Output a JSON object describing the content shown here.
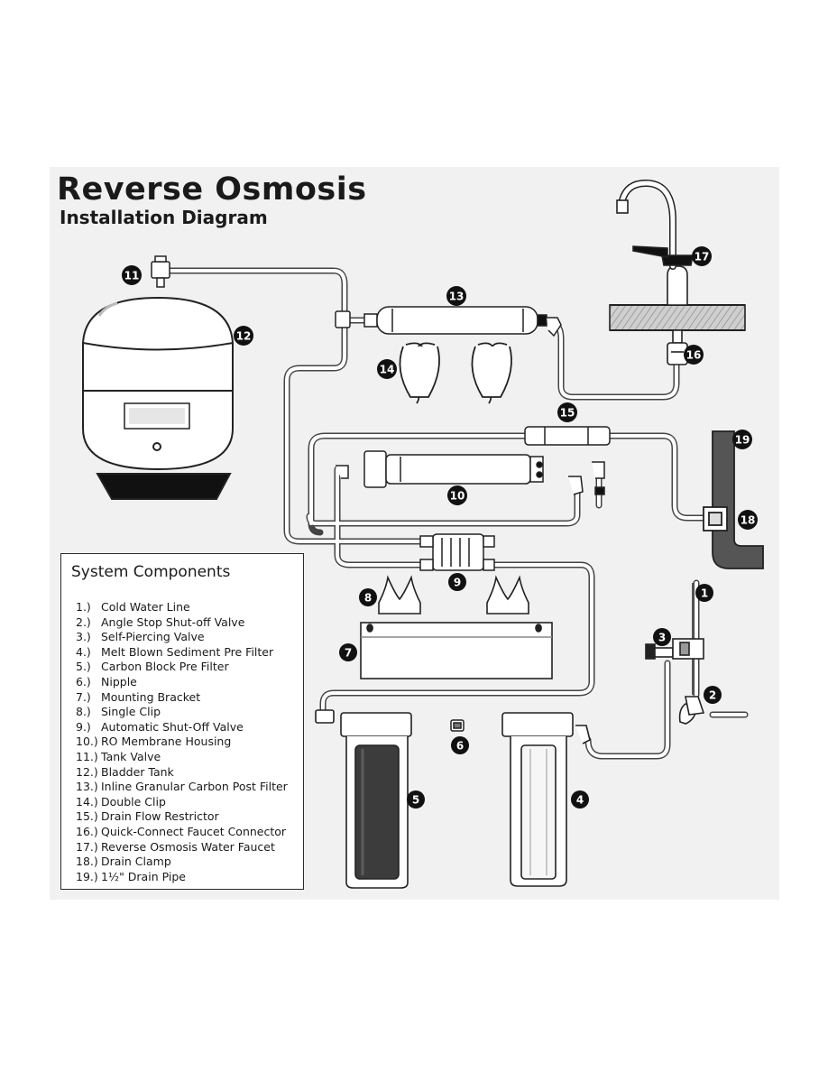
{
  "title": "Reverse Osmosis",
  "subtitle": "Installation Diagram",
  "components_title": "System Components",
  "components": [
    {
      "num": "1.)",
      "name": "Cold Water Line"
    },
    {
      "num": "2.)",
      "name": "Angle Stop Shut-off Valve"
    },
    {
      "num": "3.)",
      "name": "Self-Piercing Valve"
    },
    {
      "num": "4.)",
      "name": "Melt Blown Sediment Pre Filter"
    },
    {
      "num": "5.)",
      "name": "Carbon Block Pre Filter"
    },
    {
      "num": "6.)",
      "name": "Nipple"
    },
    {
      "num": "7.)",
      "name": "Mounting Bracket"
    },
    {
      "num": "8.)",
      "name": "Single Clip"
    },
    {
      "num": "9.)",
      "name": "Automatic Shut-Off Valve"
    },
    {
      "num": "10.)",
      "name": "RO Membrane Housing"
    },
    {
      "num": "11.)",
      "name": "Tank Valve"
    },
    {
      "num": "12.)",
      "name": "Bladder Tank"
    },
    {
      "num": "13.)",
      "name": "Inline Granular Carbon Post Filter"
    },
    {
      "num": "14.)",
      "name": "Double Clip"
    },
    {
      "num": "15.)",
      "name": "Drain Flow Restrictor"
    },
    {
      "num": "16.)",
      "name": "Quick-Connect Faucet Connector"
    },
    {
      "num": "17.)",
      "name": "Reverse Osmosis Water Faucet"
    },
    {
      "num": "18.)",
      "name": "Drain Clamp"
    },
    {
      "num": "19.)",
      "name": "1½\" Drain Pipe"
    }
  ],
  "callouts": [
    "1",
    "2",
    "3",
    "4",
    "5",
    "6",
    "7",
    "8",
    "9",
    "10",
    "11",
    "12",
    "13",
    "14",
    "15",
    "16",
    "17",
    "18",
    "19"
  ],
  "colors": {
    "background": "#f1f1f1",
    "ink": "#1a1a1a",
    "part_fill": "#ffffff",
    "badge": "#111111"
  }
}
